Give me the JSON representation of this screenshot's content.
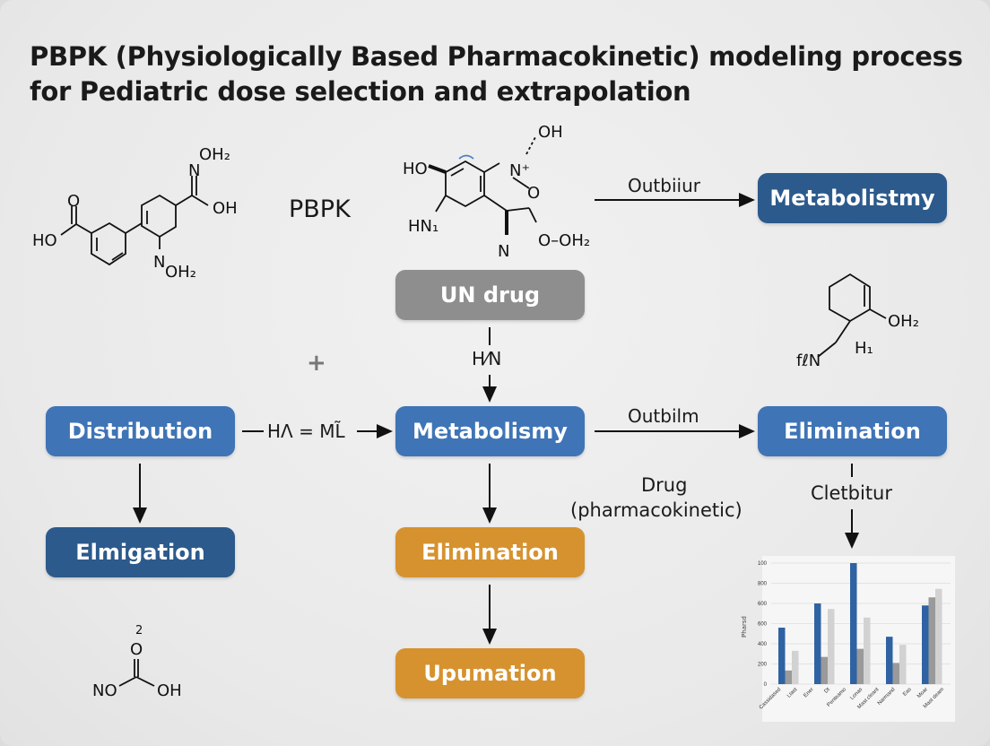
{
  "title": {
    "line1": "PBPK (Physiologically Based Pharmacokinetic) modeling process",
    "line2": "for Pediatric dose selection and extrapolation"
  },
  "colors": {
    "dark_blue": "#2c5a8c",
    "blue": "#3f74b6",
    "gray": "#8e8e8e",
    "orange": "#d6922f"
  },
  "boxes": {
    "metabolistmy": "Metabolistmy",
    "un_drug": "UN drug",
    "distribution": "Distribution",
    "metabolismy": "Metabolismy",
    "elimination_right": "Elimination",
    "elmigation": "Elmigation",
    "elimination_center": "Elimination",
    "upumation": "Upumation"
  },
  "labels": {
    "pbpk": "PBPK",
    "outbiiur": "Outbiiur",
    "outbilm": "Outbilm",
    "equation": "HΛ = ML̃",
    "h2n": "H⁄N",
    "plus": "+",
    "drug_line1": "Drug",
    "drug_line2": "(pharmacokinetic)",
    "cletbitur": "Cletbitur"
  },
  "molecules": {
    "m1": {
      "oh2_top": "OH₂",
      "n_top": "N",
      "oh_right": "OH",
      "o": "O",
      "ho": "HO",
      "n_bottom": "N",
      "oh2_bottom": "OH₂"
    },
    "m2": {
      "oh": "OH",
      "ho": "HO",
      "n_plus": "N⁺",
      "o": "O",
      "hn1": "HN₁",
      "n": "N",
      "o_oh2": "O–OH₂"
    },
    "m3": {
      "oh2": "OH₂",
      "h1": "H₁",
      "fn": "fℓN"
    },
    "m4": {
      "sup": "2",
      "o": "O",
      "no": "NO",
      "oh": "OH"
    }
  },
  "chart_data": {
    "type": "bar",
    "title": "",
    "ylabel": "Pharsd",
    "ytick_labels": [
      "0",
      "200",
      "400",
      "600",
      "600",
      "800",
      "100"
    ],
    "ylim": [
      0,
      1200
    ],
    "grid": true,
    "xtick_labels": [
      "Cassidased",
      "Ltast",
      "Ener",
      "Dt",
      "Penteamo",
      "Lonas",
      "Mast cleant",
      "Narmand",
      "Eas",
      "Moar",
      "Mast deam"
    ],
    "series": [
      {
        "color": "#2f62a3",
        "values": [
          560,
          800,
          1200,
          470,
          780
        ]
      },
      {
        "color": "#9a9a9a",
        "values": [
          135,
          270,
          350,
          210,
          860
        ]
      },
      {
        "color": "#d2d2d2",
        "values": [
          330,
          745,
          660,
          390,
          945
        ]
      }
    ]
  }
}
